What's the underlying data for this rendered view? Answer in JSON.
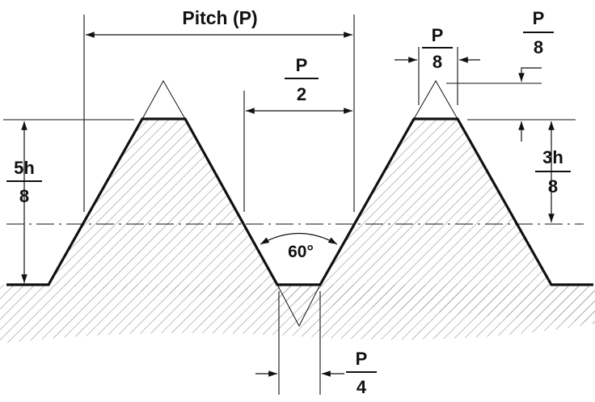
{
  "diagram": {
    "pitch_label": "Pitch (P)",
    "half_pitch": {
      "num": "P",
      "den": "2"
    },
    "crest_width": {
      "num": "P",
      "den": "8"
    },
    "crest_offset": {
      "num": "P",
      "den": "8"
    },
    "root_width": {
      "num": "P",
      "den": "4"
    },
    "thread_depth": {
      "num": "5h",
      "den": "8"
    },
    "crest_depth": {
      "num": "3h",
      "den": "8"
    },
    "thread_angle": "60°"
  },
  "colors": {
    "line": "#111111",
    "hatch": "#8a8a8a",
    "background": "#ffffff"
  }
}
